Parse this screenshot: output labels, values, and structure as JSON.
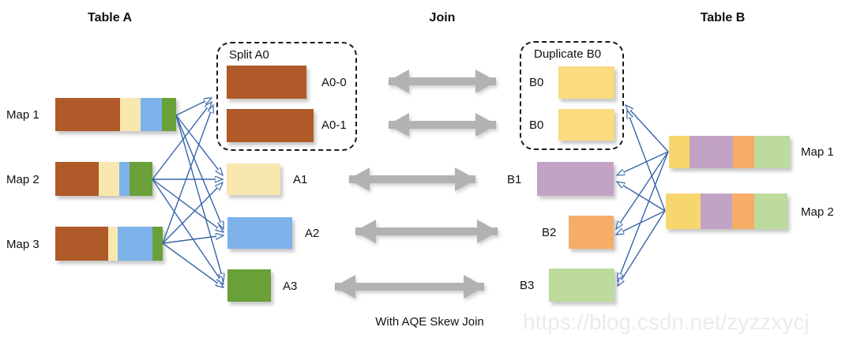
{
  "titles": {
    "table_a": "Table A",
    "join": "Join",
    "table_b": "Table B"
  },
  "caption": "With AQE Skew Join",
  "watermark": "https://blog.csdn.net/zyzzxycj",
  "colors": {
    "brown": "#AF5A28",
    "cream": "#F8E8B0",
    "sky": "#7DB2EB",
    "green": "#69A038",
    "b0_yellow": "#FADB7F",
    "bar_yellow": "#F8D66E",
    "purple": "#C3A3C5",
    "orange": "#F6AD68",
    "light_green": "#BEDB9E",
    "join_arrow_gray": "#B2B2B4",
    "shuffle_line_blue": "#3765A9"
  },
  "table_a": {
    "maps": [
      {
        "label": "Map 1",
        "segments": [
          {
            "color": "brown",
            "w": 82
          },
          {
            "color": "cream",
            "w": 26
          },
          {
            "color": "sky",
            "w": 27
          },
          {
            "color": "green",
            "w": 18
          }
        ]
      },
      {
        "label": "Map 2",
        "segments": [
          {
            "color": "brown",
            "w": 55
          },
          {
            "color": "cream",
            "w": 26
          },
          {
            "color": "sky",
            "w": 13
          },
          {
            "color": "green",
            "w": 29
          }
        ]
      },
      {
        "label": "Map 3",
        "segments": [
          {
            "color": "brown",
            "w": 67
          },
          {
            "color": "cream",
            "w": 12
          },
          {
            "color": "sky",
            "w": 44
          },
          {
            "color": "green",
            "w": 13
          }
        ]
      }
    ]
  },
  "split_box": {
    "label": "Split A0",
    "partitions": [
      {
        "label": "A0-0",
        "color": "brown"
      },
      {
        "label": "A0-1",
        "color": "brown"
      }
    ]
  },
  "a_partitions": [
    {
      "label": "A1",
      "color": "cream"
    },
    {
      "label": "A2",
      "color": "sky"
    },
    {
      "label": "A3",
      "color": "green"
    }
  ],
  "duplicate_box": {
    "label": "Duplicate B0",
    "partitions": [
      {
        "label": "B0",
        "color": "b0_yellow"
      },
      {
        "label": "B0",
        "color": "b0_yellow"
      }
    ]
  },
  "b_partitions": [
    {
      "label": "B1",
      "color": "purple"
    },
    {
      "label": "B2",
      "color": "orange"
    },
    {
      "label": "B3",
      "color": "light_green"
    }
  ],
  "table_b": {
    "maps": [
      {
        "label": "Map 1",
        "segments": [
          {
            "color": "bar_yellow",
            "w": 26
          },
          {
            "color": "purple",
            "w": 55
          },
          {
            "color": "orange",
            "w": 27
          },
          {
            "color": "light_green",
            "w": 45
          }
        ]
      },
      {
        "label": "Map 2",
        "segments": [
          {
            "color": "bar_yellow",
            "w": 44
          },
          {
            "color": "purple",
            "w": 40
          },
          {
            "color": "orange",
            "w": 28
          },
          {
            "color": "light_green",
            "w": 42
          }
        ]
      }
    ]
  }
}
